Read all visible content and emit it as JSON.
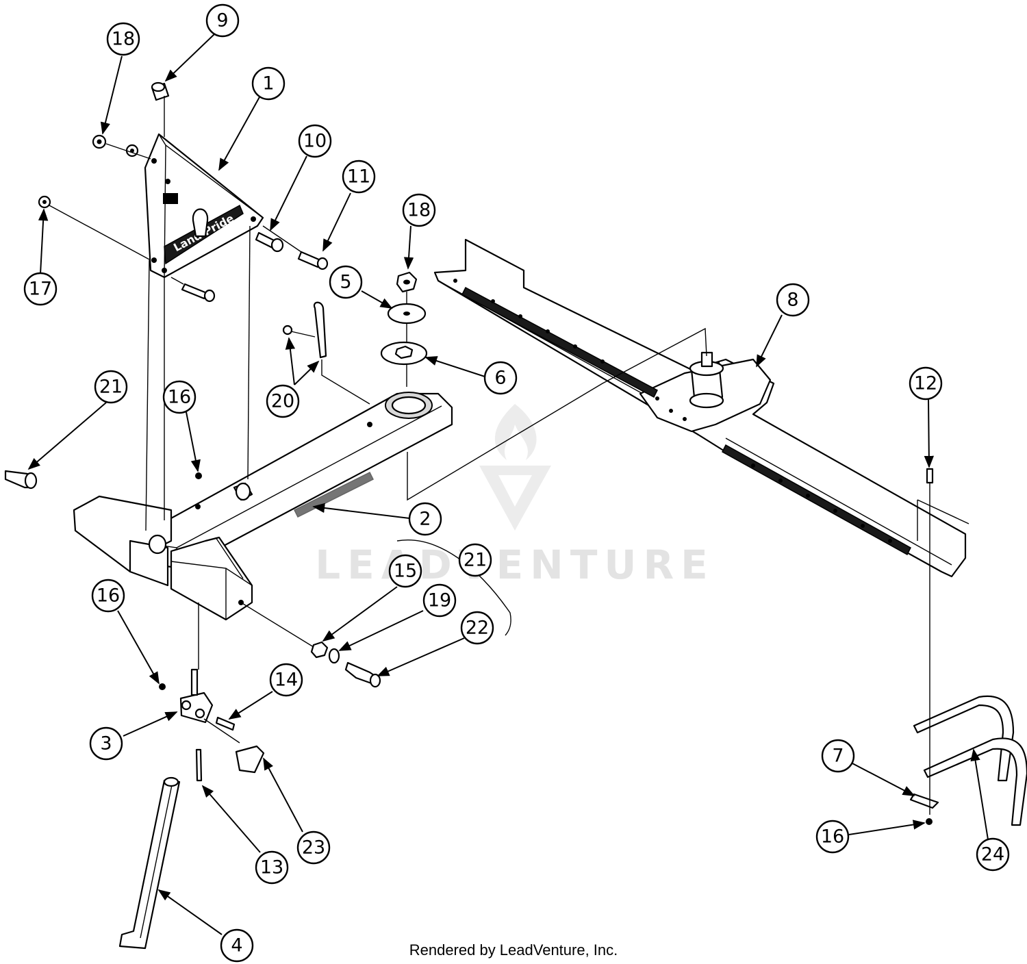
{
  "diagram": {
    "watermark": "LEADVENTURE",
    "credit": "Rendered by LeadVenture, Inc.",
    "plate_logo": "Land Pride",
    "callouts": [
      {
        "id": "c18a",
        "label": "18"
      },
      {
        "id": "c9",
        "label": "9"
      },
      {
        "id": "c1",
        "label": "1"
      },
      {
        "id": "c10",
        "label": "10"
      },
      {
        "id": "c11",
        "label": "11"
      },
      {
        "id": "c17",
        "label": "17"
      },
      {
        "id": "c18b",
        "label": "18"
      },
      {
        "id": "c5",
        "label": "5"
      },
      {
        "id": "c6",
        "label": "6"
      },
      {
        "id": "c20",
        "label": "20"
      },
      {
        "id": "c21a",
        "label": "21"
      },
      {
        "id": "c16a",
        "label": "16"
      },
      {
        "id": "c2",
        "label": "2"
      },
      {
        "id": "c8",
        "label": "8"
      },
      {
        "id": "c12",
        "label": "12"
      },
      {
        "id": "c21b",
        "label": "21"
      },
      {
        "id": "c15",
        "label": "15"
      },
      {
        "id": "c19",
        "label": "19"
      },
      {
        "id": "c22",
        "label": "22"
      },
      {
        "id": "c16b",
        "label": "16"
      },
      {
        "id": "c14",
        "label": "14"
      },
      {
        "id": "c3",
        "label": "3"
      },
      {
        "id": "c23",
        "label": "23"
      },
      {
        "id": "c13",
        "label": "13"
      },
      {
        "id": "c4",
        "label": "4"
      },
      {
        "id": "c7",
        "label": "7"
      },
      {
        "id": "c16c",
        "label": "16"
      },
      {
        "id": "c24",
        "label": "24"
      }
    ]
  }
}
